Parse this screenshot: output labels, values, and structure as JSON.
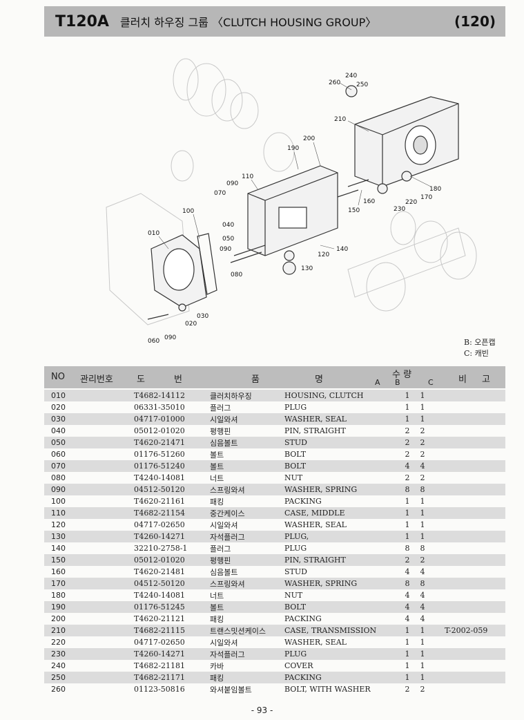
{
  "header": {
    "code": "T120A",
    "title": "클러치 하우징 그룹 〈CLUTCH HOUSING GROUP〉",
    "page_ref": "(120)"
  },
  "legend": {
    "line1": "B: 오픈캡",
    "line2": "C: 캐빈"
  },
  "table_header": {
    "no": "NO",
    "mgmt": "관리번호",
    "drawing1": "도",
    "drawing2": "번",
    "name1": "품",
    "name2": "명",
    "qty": "수 량",
    "a": "A",
    "b": "B",
    "c": "C",
    "remarks1": "비",
    "remarks2": "고"
  },
  "callouts": [
    "260",
    "240",
    "250",
    "210",
    "200",
    "190",
    "110",
    "090",
    "070",
    "100",
    "040",
    "050",
    "090",
    "080",
    "010",
    "030",
    "020",
    "060",
    "090",
    "180",
    "170",
    "220",
    "230",
    "160",
    "150",
    "140",
    "120",
    "130"
  ],
  "rows": [
    {
      "no": "010",
      "part": "T4682-14112",
      "kr": "클러치하우징",
      "en": "HOUSING, CLUTCH",
      "b": "1",
      "c": "1",
      "rem": ""
    },
    {
      "no": "020",
      "part": "06331-35010",
      "kr": "플러그",
      "en": "PLUG",
      "b": "1",
      "c": "1",
      "rem": ""
    },
    {
      "no": "030",
      "part": "04717-01000",
      "kr": "시일와셔",
      "en": "WASHER, SEAL",
      "b": "1",
      "c": "1",
      "rem": ""
    },
    {
      "no": "040",
      "part": "05012-01020",
      "kr": "평행핀",
      "en": "PIN, STRAIGHT",
      "b": "2",
      "c": "2",
      "rem": ""
    },
    {
      "no": "050",
      "part": "T4620-21471",
      "kr": "심음볼트",
      "en": "STUD",
      "b": "2",
      "c": "2",
      "rem": ""
    },
    {
      "no": "060",
      "part": "01176-51260",
      "kr": "볼트",
      "en": "BOLT",
      "b": "2",
      "c": "2",
      "rem": ""
    },
    {
      "no": "070",
      "part": "01176-51240",
      "kr": "볼트",
      "en": "BOLT",
      "b": "4",
      "c": "4",
      "rem": ""
    },
    {
      "no": "080",
      "part": "T4240-14081",
      "kr": "너트",
      "en": "NUT",
      "b": "2",
      "c": "2",
      "rem": ""
    },
    {
      "no": "090",
      "part": "04512-50120",
      "kr": "스프링와셔",
      "en": "WASHER, SPRING",
      "b": "8",
      "c": "8",
      "rem": ""
    },
    {
      "no": "100",
      "part": "T4620-21161",
      "kr": "패킹",
      "en": "PACKING",
      "b": "1",
      "c": "1",
      "rem": ""
    },
    {
      "no": "110",
      "part": "T4682-21154",
      "kr": "중간케이스",
      "en": "CASE, MIDDLE",
      "b": "1",
      "c": "1",
      "rem": ""
    },
    {
      "no": "120",
      "part": "04717-02650",
      "kr": "시일와셔",
      "en": "WASHER, SEAL",
      "b": "1",
      "c": "1",
      "rem": ""
    },
    {
      "no": "130",
      "part": "T4260-14271",
      "kr": "자석플러그",
      "en": "PLUG,",
      "b": "1",
      "c": "1",
      "rem": ""
    },
    {
      "no": "140",
      "part": "32210-2758-1",
      "kr": "플러그",
      "en": "PLUG",
      "b": "8",
      "c": "8",
      "rem": ""
    },
    {
      "no": "150",
      "part": "05012-01020",
      "kr": "평행핀",
      "en": "PIN, STRAIGHT",
      "b": "2",
      "c": "2",
      "rem": ""
    },
    {
      "no": "160",
      "part": "T4620-21481",
      "kr": "심음볼트",
      "en": "STUD",
      "b": "4",
      "c": "4",
      "rem": ""
    },
    {
      "no": "170",
      "part": "04512-50120",
      "kr": "스프링와셔",
      "en": "WASHER, SPRING",
      "b": "8",
      "c": "8",
      "rem": ""
    },
    {
      "no": "180",
      "part": "T4240-14081",
      "kr": "너트",
      "en": "NUT",
      "b": "4",
      "c": "4",
      "rem": ""
    },
    {
      "no": "190",
      "part": "01176-51245",
      "kr": "볼트",
      "en": "BOLT",
      "b": "4",
      "c": "4",
      "rem": ""
    },
    {
      "no": "200",
      "part": "T4620-21121",
      "kr": "패킹",
      "en": "PACKING",
      "b": "4",
      "c": "4",
      "rem": ""
    },
    {
      "no": "210",
      "part": "T4682-21115",
      "kr": "트랜스밋션케이스",
      "en": "CASE, TRANSMISSION",
      "b": "1",
      "c": "1",
      "rem": "T-2002-059"
    },
    {
      "no": "220",
      "part": "04717-02650",
      "kr": "시일와셔",
      "en": "WASHER, SEAL",
      "b": "1",
      "c": "1",
      "rem": ""
    },
    {
      "no": "230",
      "part": "T4260-14271",
      "kr": "자석플러그",
      "en": "PLUG",
      "b": "1",
      "c": "1",
      "rem": ""
    },
    {
      "no": "240",
      "part": "T4682-21181",
      "kr": "카바",
      "en": "COVER",
      "b": "1",
      "c": "1",
      "rem": ""
    },
    {
      "no": "250",
      "part": "T4682-21171",
      "kr": "패킹",
      "en": "PACKING",
      "b": "1",
      "c": "1",
      "rem": ""
    },
    {
      "no": "260",
      "part": "01123-50816",
      "kr": "와셔붙임볼트",
      "en": "BOLT, WITH WASHER",
      "b": "2",
      "c": "2",
      "rem": ""
    }
  ],
  "footer": {
    "page_number": "- 93 -"
  }
}
